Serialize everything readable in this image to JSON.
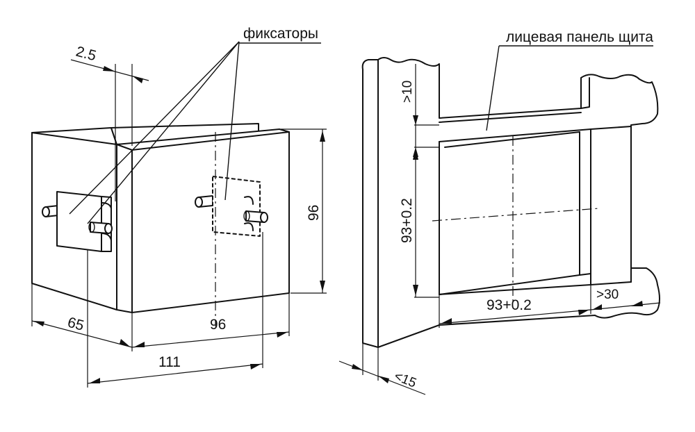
{
  "labels": {
    "fixators": "фиксаторы",
    "panel_face": "лицевая панель щита"
  },
  "dimensions": {
    "gap_2_5": "2.5",
    "depth_65": "65",
    "width_96": "96",
    "height_96": "96",
    "overall_111": "111",
    "min_10": ">10",
    "cutout_h": "93+0.2",
    "cutout_w": "93+0.2",
    "min_30": ">30",
    "max_15": "<15"
  }
}
